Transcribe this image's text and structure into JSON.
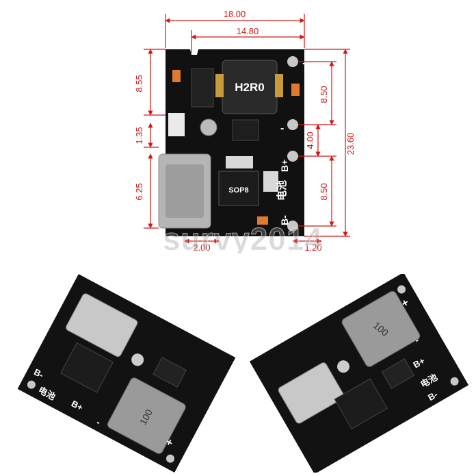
{
  "top_diagram": {
    "dimensions": {
      "width_total": "18.00",
      "width_inner": "14.80",
      "left_top": "8.55",
      "left_mid": "1.35",
      "left_bottom": "6.25",
      "right_upper": "8.50",
      "right_gap": "4.00",
      "right_lower": "8.50",
      "height_total": "23.60",
      "bottom_left": "2.00",
      "bottom_right": "1.20"
    },
    "board": {
      "inductor_label": "H2R0",
      "chip_label": "SOP8",
      "silk_plus": "+",
      "silk_minus": "-",
      "silk_bplus": "B+",
      "silk_bminus": "B-",
      "silk_battery": "电池"
    },
    "watermark": "survy2014"
  },
  "bottom_left_photo": {
    "inductor_label": "100",
    "silk_bplus": "B+",
    "silk_bminus": "B-",
    "silk_battery": "电池",
    "silk_plus": "+",
    "silk_minus": "-"
  },
  "bottom_right_photo": {
    "inductor_label": "100",
    "silk_bplus": "B+",
    "silk_bminus": "B-",
    "silk_battery": "电池",
    "silk_plus": "+",
    "silk_minus": "-"
  },
  "colors": {
    "dimension_red": "#d21818",
    "pcb_black": "#111111",
    "pad_silver": "#c8c8c8",
    "inductor_gray": "#9a9a9a",
    "smd_orange": "#e07a2c"
  }
}
